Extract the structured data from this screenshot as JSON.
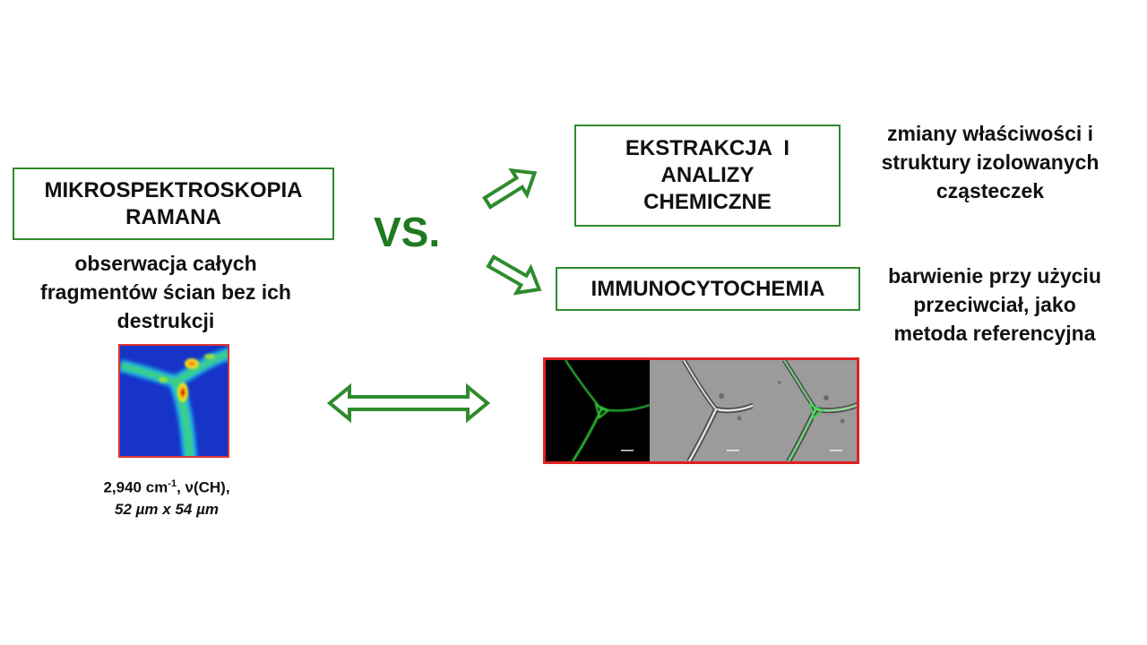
{
  "left": {
    "title_line1": "MIKROSPEKTROSKOPIA",
    "title_line2": "RAMANA",
    "desc_line1": "obserwacja całych",
    "desc_line2": "fragmentów ścian bez ich",
    "desc_line3": "destrukcji",
    "caption_wavenumber": "2,940 cm",
    "caption_superscript": "-1",
    "caption_mode": ", ν(CH),",
    "caption_size": "52 µm x 54 µm"
  },
  "vs_label": "VS.",
  "right_top": {
    "title_line1": "EKSTRAKCJA  I",
    "title_line2": "ANALIZY",
    "title_line3": "CHEMICZNE",
    "desc_line1": "zmiany właściwości i",
    "desc_line2": "struktury izolowanych",
    "desc_line3": "cząsteczek"
  },
  "right_bottom": {
    "title": "IMMUNOCYTOCHEMIA",
    "desc_line1": "barwienie przy użyciu",
    "desc_line2": "przeciwciał, jako",
    "desc_line3": "metoda referencyjna"
  },
  "colors": {
    "accent_green": "#2e8b2e",
    "vs_green": "#1f7a1f",
    "image_border_red": "#d22"
  }
}
